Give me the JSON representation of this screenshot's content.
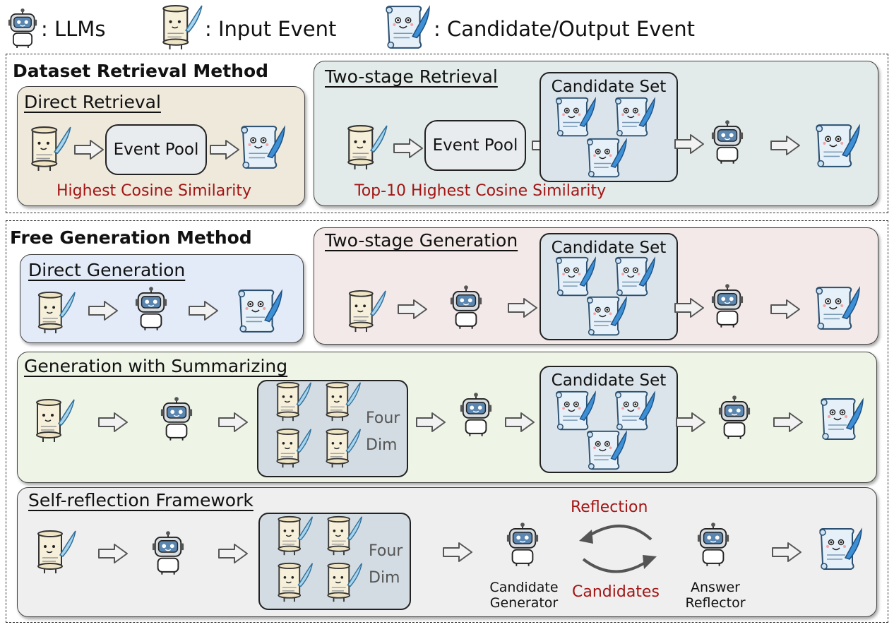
{
  "legend": {
    "llm": ": LLMs",
    "input": ": Input Event",
    "output": ": Candidate/Output Event"
  },
  "retrieval": {
    "section_title": "Dataset Retrieval Method",
    "direct": {
      "title": "Direct Retrieval",
      "pool": "Event Pool",
      "caption": "Highest Cosine Similarity"
    },
    "two_stage": {
      "title": "Two-stage Retrieval",
      "pool": "Event Pool",
      "candidate_set": "Candidate Set",
      "caption": "Top-10 Highest Cosine Similarity"
    }
  },
  "generation": {
    "section_title": "Free Generation Method",
    "direct": {
      "title": "Direct Generation"
    },
    "two_stage": {
      "title": "Two-stage Generation",
      "candidate_set": "Candidate Set"
    },
    "summarizing": {
      "title": "Generation with Summarizing",
      "dim_line1": "Four",
      "dim_line2": "Dim",
      "candidate_set": "Candidate Set"
    },
    "reflection": {
      "title": "Self-reflection Framework",
      "dim_line1": "Four",
      "dim_line2": "Dim",
      "reflection_label": "Reflection",
      "candidates_label": "Candidates",
      "generator_line1": "Candidate",
      "generator_line2": "Generator",
      "reflector_line1": "Answer",
      "reflector_line2": "Reflector"
    }
  },
  "colors": {
    "direct_retrieval_bg": "#efe9dc",
    "two_stage_retrieval_bg": "#e2ebe9",
    "direct_generation_bg": "#e3ebf8",
    "two_stage_generation_bg": "#f3e9e8",
    "summarizing_bg": "#eef4e6",
    "reflection_bg": "#efefef",
    "caption_red": "#a31515"
  }
}
